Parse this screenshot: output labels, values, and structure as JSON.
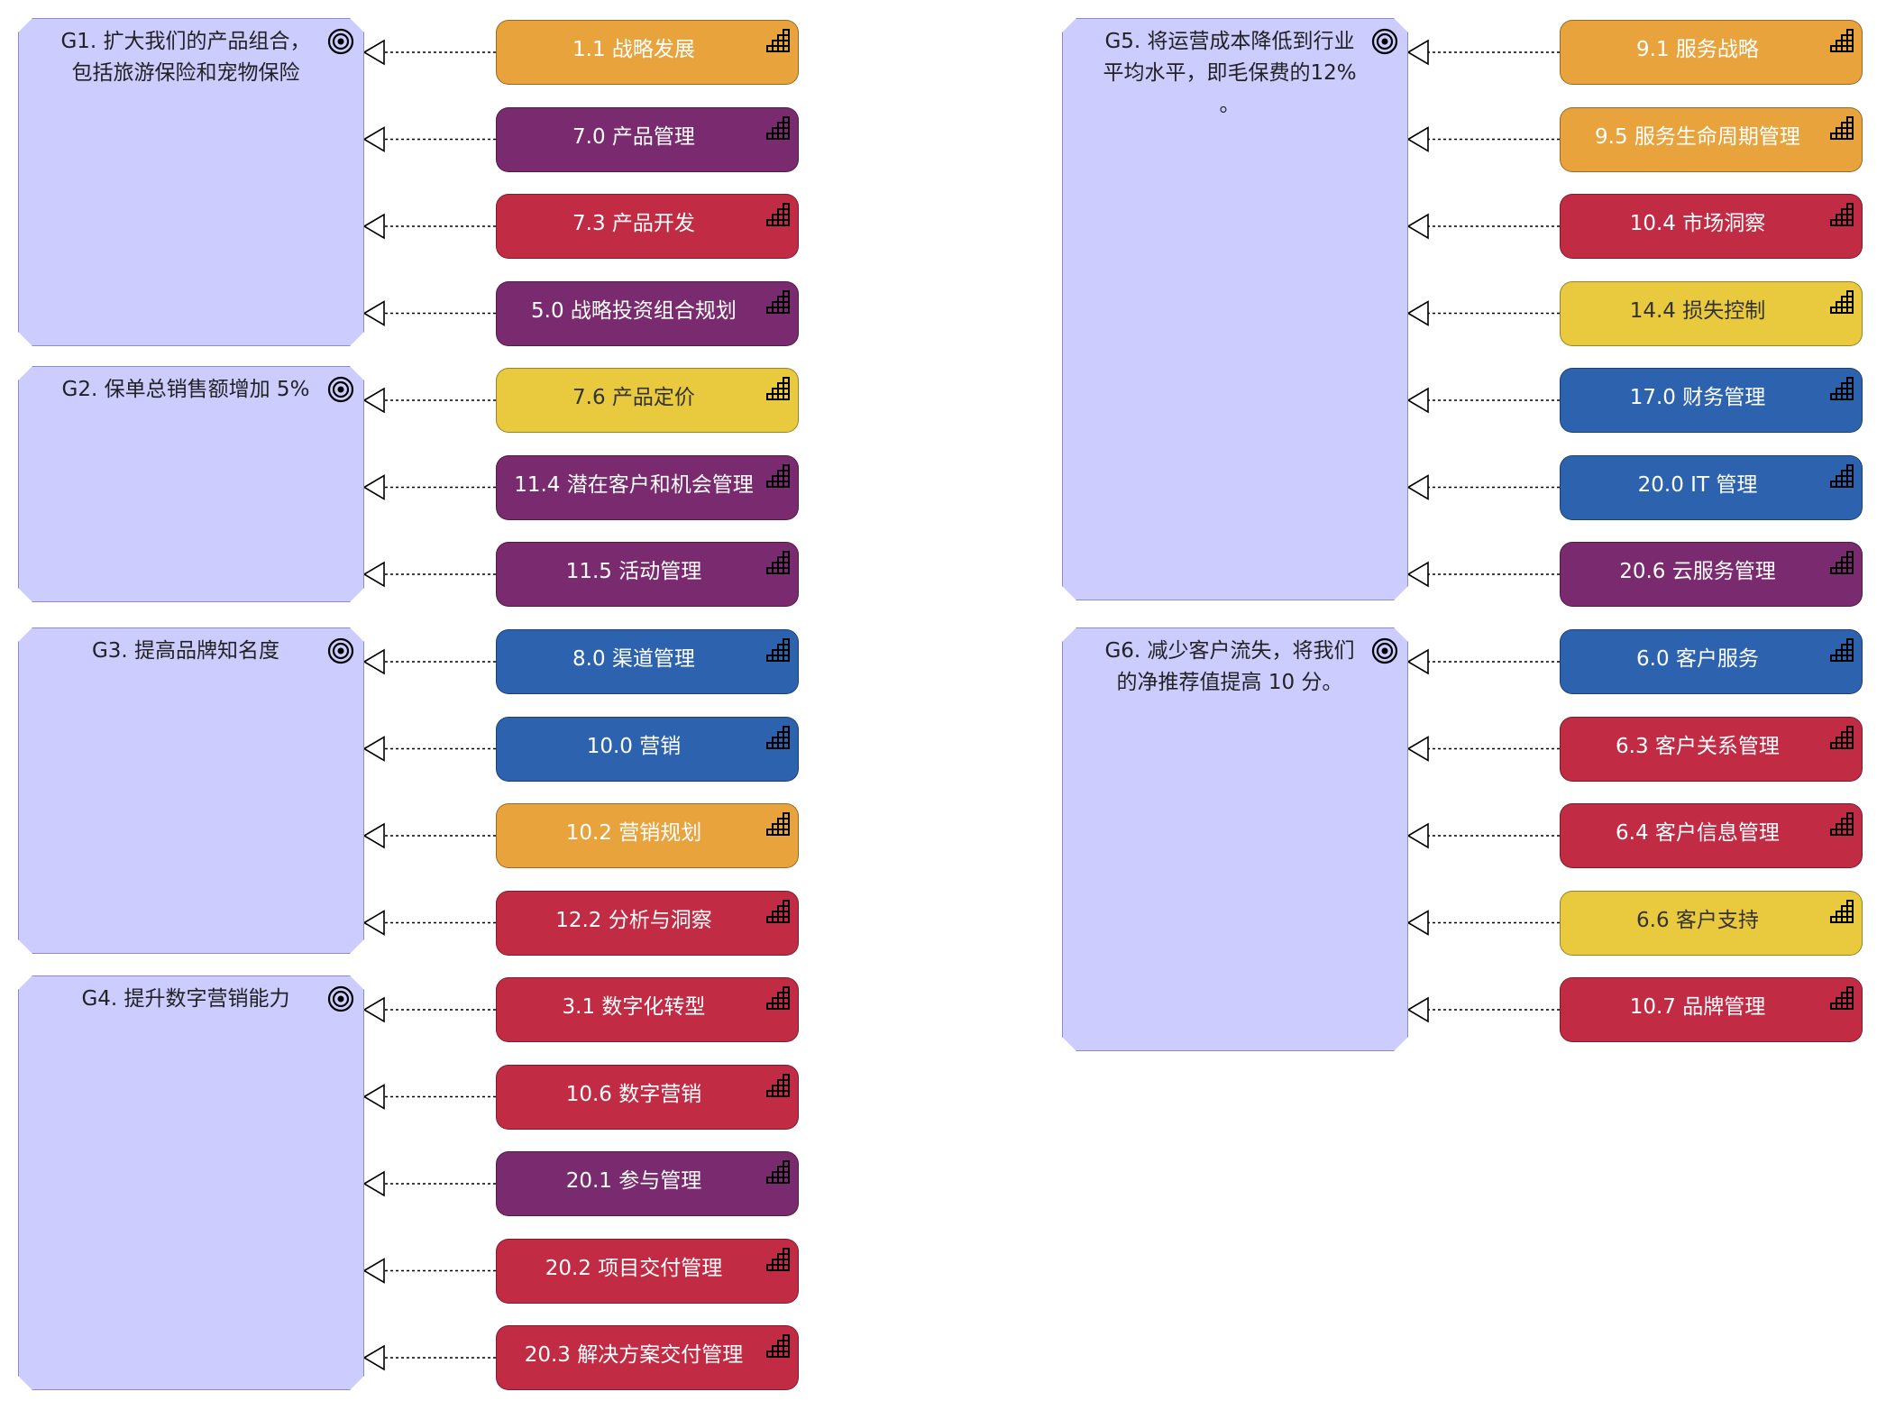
{
  "colors": {
    "orange": "#e8a33d",
    "purple": "#7a2a6e",
    "red": "#c22b44",
    "yellow": "#e9c93e",
    "blue": "#2d63ae",
    "goal": "#ccccff"
  },
  "icons": {
    "goal": "target-icon",
    "capability": "stair-grid-icon"
  },
  "goals": [
    {
      "id": "g1",
      "text": "G1. 扩大我们的产品组合，\n包括旅游保险和宠物保险",
      "capabilities": [
        {
          "label": "1.1 战略发展",
          "color": "orange"
        },
        {
          "label": "7.0 产品管理",
          "color": "purple"
        },
        {
          "label": "7.3 产品开发",
          "color": "red"
        },
        {
          "label": "5.0 战略投资组合规划",
          "color": "purple"
        }
      ]
    },
    {
      "id": "g2",
      "text": "G2. 保单总销售额增加 5%",
      "capabilities": [
        {
          "label": "7.6 产品定价",
          "color": "yellow"
        },
        {
          "label": "11.4 潜在客户和机会管理",
          "color": "purple"
        },
        {
          "label": "11.5 活动管理",
          "color": "purple"
        }
      ]
    },
    {
      "id": "g3",
      "text": "G3. 提高品牌知名度",
      "capabilities": [
        {
          "label": "8.0 渠道管理",
          "color": "blue"
        },
        {
          "label": "10.0 营销",
          "color": "blue"
        },
        {
          "label": "10.2 营销规划",
          "color": "orange"
        },
        {
          "label": "12.2 分析与洞察",
          "color": "red"
        }
      ]
    },
    {
      "id": "g4",
      "text": "G4. 提升数字营销能力",
      "capabilities": [
        {
          "label": "3.1 数字化转型",
          "color": "red"
        },
        {
          "label": "10.6 数字营销",
          "color": "red"
        },
        {
          "label": "20.1 参与管理",
          "color": "purple"
        },
        {
          "label": "20.2 项目交付管理",
          "color": "red"
        },
        {
          "label": "20.3 解决方案交付管理",
          "color": "red"
        }
      ]
    },
    {
      "id": "g5",
      "text": "G5. 将运营成本降低到行业\n平均水平，即毛保费的12%\n。",
      "capabilities": [
        {
          "label": "9.1 服务战略",
          "color": "orange"
        },
        {
          "label": "9.5 服务生命周期管理",
          "color": "orange"
        },
        {
          "label": "10.4 市场洞察",
          "color": "red"
        },
        {
          "label": "14.4 损失控制",
          "color": "yellow"
        },
        {
          "label": "17.0 财务管理",
          "color": "blue"
        },
        {
          "label": "20.0 IT 管理",
          "color": "blue"
        },
        {
          "label": "20.6 云服务管理",
          "color": "purple"
        }
      ]
    },
    {
      "id": "g6",
      "text": "G6. 减少客户流失，将我们\n的净推荐值提高 10 分。",
      "capabilities": [
        {
          "label": "6.0 客户服务",
          "color": "blue"
        },
        {
          "label": "6.3 客户关系管理",
          "color": "red"
        },
        {
          "label": "6.4 客户信息管理",
          "color": "red"
        },
        {
          "label": "6.6 客户支持",
          "color": "yellow"
        },
        {
          "label": "10.7 品牌管理",
          "color": "red"
        }
      ]
    }
  ]
}
